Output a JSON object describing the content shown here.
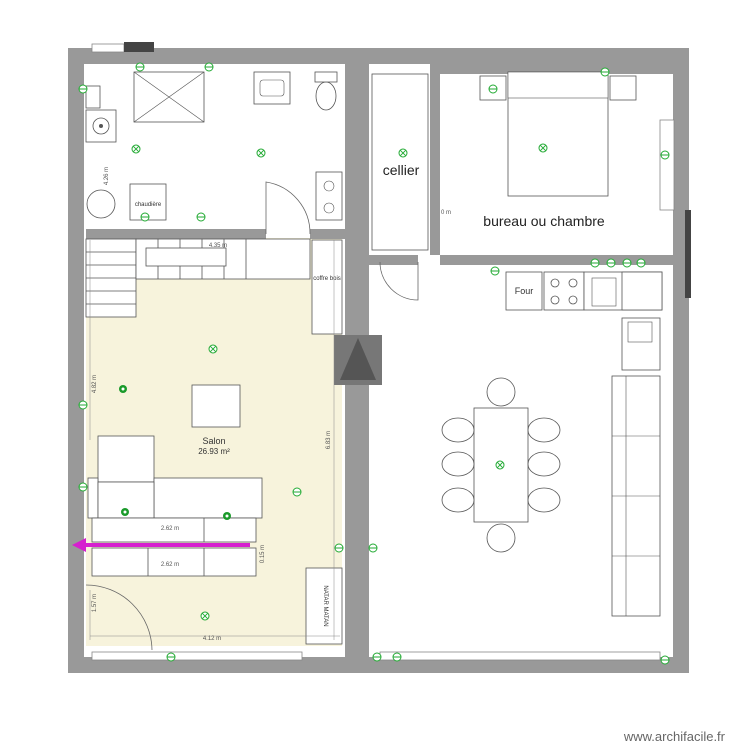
{
  "watermark": "www.archifacile.fr",
  "rooms": {
    "cellier": "cellier",
    "bureau": "bureau ou chambre",
    "salon": "Salon",
    "salon_area": "26.93 m²"
  },
  "labels": {
    "chaudiere": "chaudière",
    "coffre": "coffre bois",
    "four": "Four"
  },
  "dimensions": {
    "d_426": "4.26 m",
    "d_435": "4.35 m",
    "d_0m": "0 m",
    "d_482": "4.82 m",
    "d_683": "6.83 m",
    "d_262a": "2.62 m",
    "d_262b": "2.62 m",
    "d_015": "0.15 m",
    "d_157": "1.57 m",
    "d_412": "4.12 m"
  },
  "colors": {
    "wall": "#999999",
    "salon_floor": "#f7f3dc",
    "electric": "#22aa33",
    "arrow": "#d61fcf",
    "chimney": "#777777"
  }
}
